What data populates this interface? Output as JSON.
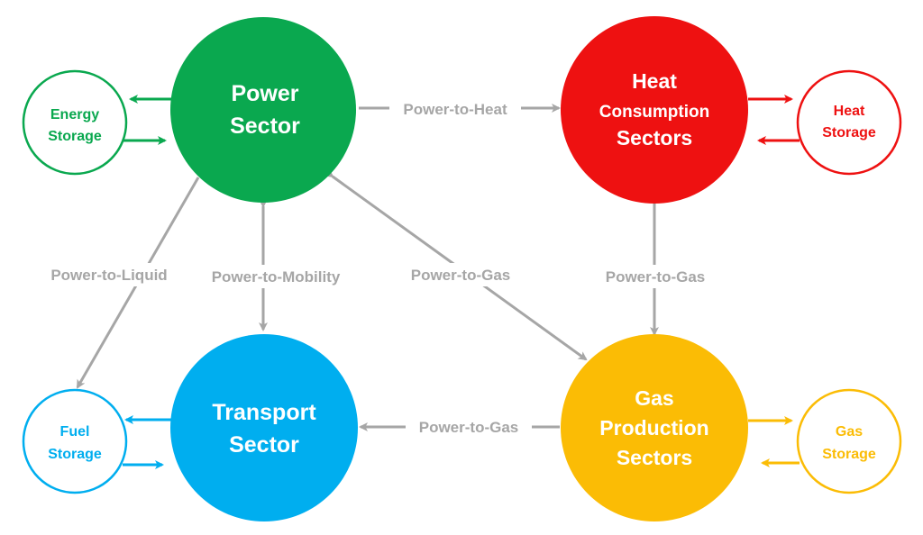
{
  "colors": {
    "power": "#0aa84f",
    "heat": "#ee1111",
    "transport": "#00aeef",
    "gas": "#fbbc05",
    "arrow": "#a6a6a6",
    "connector_text": "#a6a6a6",
    "node_text": "#ffffff"
  },
  "sectors": {
    "power": {
      "line1": "Power",
      "line2": "Sector"
    },
    "heat": {
      "line1": "Heat",
      "line2": "Consumption",
      "line3": "Sectors"
    },
    "transport": {
      "line1": "Transport",
      "line2": "Sector"
    },
    "gas": {
      "line1": "Gas",
      "line2": "Production",
      "line3": "Sectors"
    }
  },
  "storages": {
    "energy": {
      "line1": "Energy",
      "line2": "Storage"
    },
    "heat": {
      "line1": "Heat",
      "line2": "Storage"
    },
    "fuel": {
      "line1": "Fuel",
      "line2": "Storage"
    },
    "gas": {
      "line1": "Gas",
      "line2": "Storage"
    }
  },
  "connections": {
    "power_to_heat": "Power-to-Heat",
    "power_to_liquid": "Power-to-Liquid",
    "power_to_mobility": "Power-to-Mobility",
    "power_to_gas_diagonal": "Power-to-Gas",
    "power_to_gas_vertical": "Power-to-Gas",
    "power_to_gas_horizontal": "Power-to-Gas"
  }
}
